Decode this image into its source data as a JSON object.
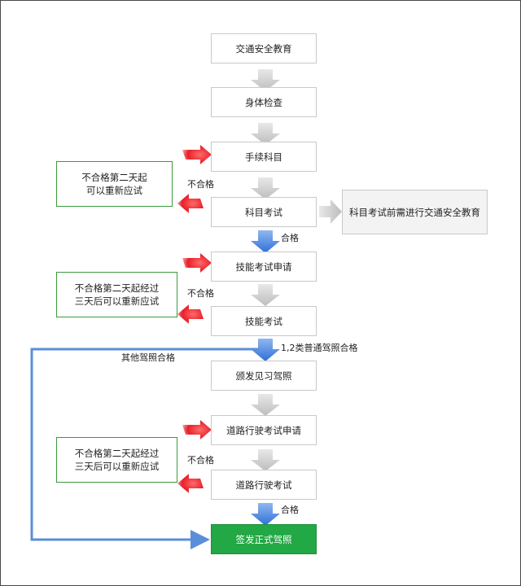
{
  "steps": [
    "交通安全教育",
    "身体检查",
    "手续科目",
    "科目考试",
    "技能考试申请",
    "技能考试",
    "颁发见习驾照",
    "道路行驶考试申请",
    "道路行驶考试",
    "签发正式驾照"
  ],
  "notes": {
    "fail_subject": "不合格第二天起\n可以重新应试",
    "fail_skill": "不合格第二天起经过\n三天后可以重新应试",
    "fail_road": "不合格第二天起经过\n三天后可以重新应试",
    "side_note": "科目考试前需进行交通安全教育"
  },
  "labels": {
    "fail_1": "不合格",
    "fail_2": "不合格",
    "fail_3": "不合格",
    "pass_subject": "合格",
    "pass_skill": "1,2类普通驾照合格",
    "other_license": "其他驾照合格",
    "pass_road": "合格"
  },
  "colors": {
    "gray_arrow": "#cfcfcf",
    "blue_arrow": "#4a86e0",
    "red_arrow": "#e8202a",
    "bypass_line": "#5b8ed8",
    "final_box": "#22a844",
    "note_border": "#3c9a3c"
  }
}
